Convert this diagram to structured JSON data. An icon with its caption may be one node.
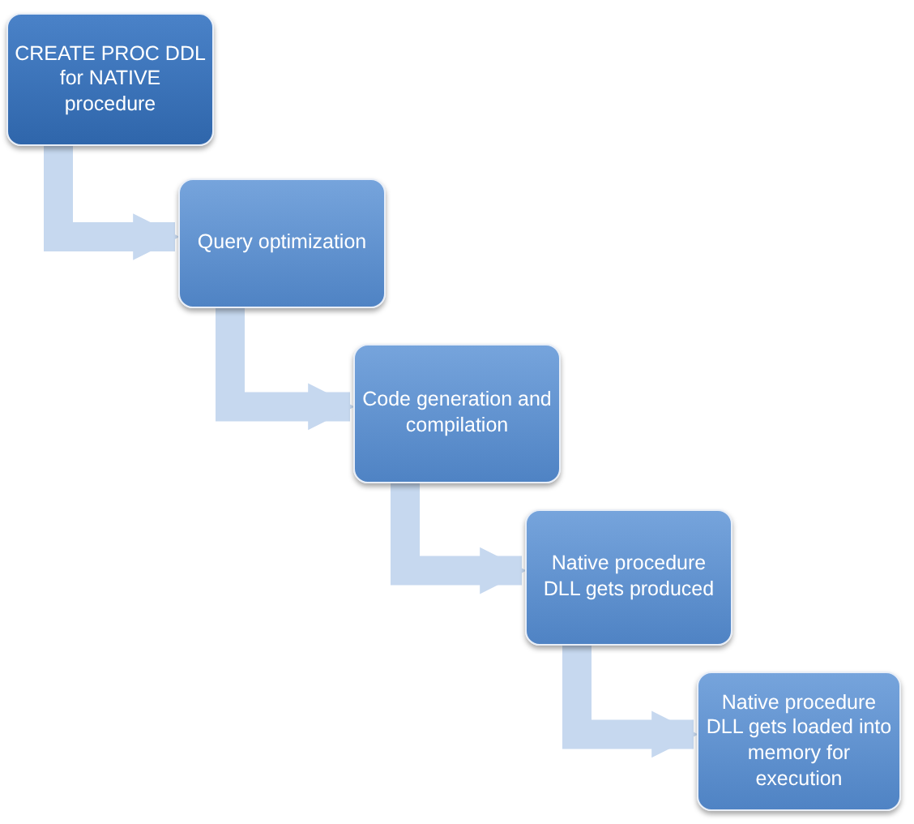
{
  "diagram": {
    "nodes": [
      {
        "text": [
          "CREATE PROC DDL for NATIVE procedure"
        ]
      },
      {
        "text": [
          "Query optimization"
        ]
      },
      {
        "text": [
          "Code generation and compilation"
        ]
      },
      {
        "text": [
          "Native procedure DLL gets produced"
        ]
      },
      {
        "text": [
          "Native procedure DLL gets loaded into memory for execution"
        ]
      }
    ],
    "edges": [
      {
        "from": 0,
        "to": 1,
        "arrow": "to"
      },
      {
        "from": 1,
        "to": 2,
        "arrow": "to"
      },
      {
        "from": 2,
        "to": 3,
        "arrow": "to"
      },
      {
        "from": 3,
        "to": 4,
        "arrow": "to"
      }
    ]
  }
}
